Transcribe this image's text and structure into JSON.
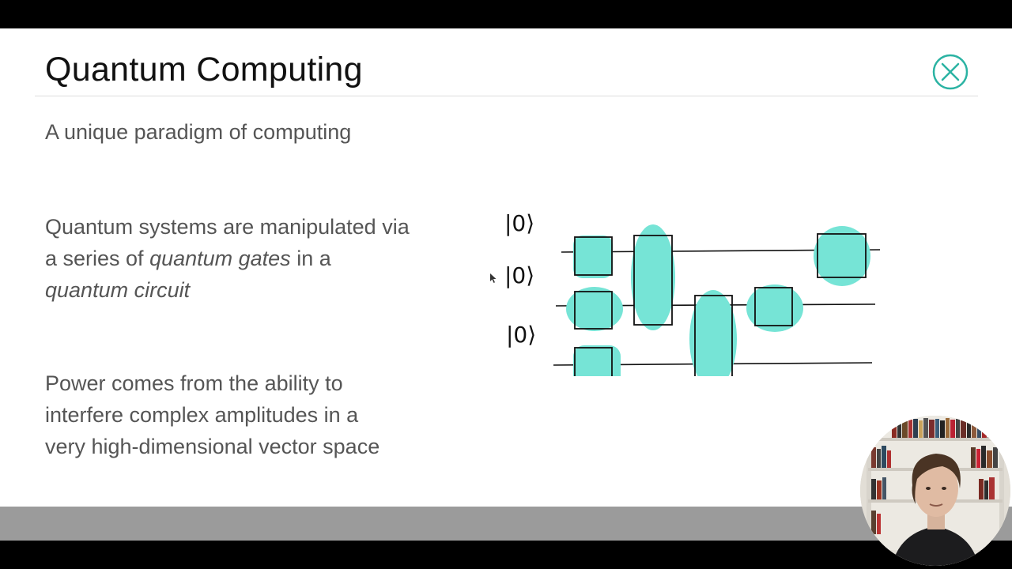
{
  "slide": {
    "title": "Quantum Computing",
    "subtitle": "A unique paradigm of computing",
    "para1": {
      "line1": "Quantum systems are manipulated via",
      "line2_prefix": "a series of ",
      "line2_em": "quantum gates",
      "line2_suffix": " in a",
      "line3_em": "quantum circuit"
    },
    "para2": {
      "line1": "Power comes from the ability to",
      "line2": "interfere complex amplitudes in a",
      "line3": "very high-dimensional vector space"
    }
  },
  "circuit": {
    "qubit_labels": [
      "|0⟩",
      "|0⟩",
      "|0⟩"
    ],
    "gate_color": "#76e4d6"
  },
  "icons": {
    "close": "close-icon",
    "cursor": "cursor-icon"
  },
  "colors": {
    "accent": "#2bb3a3",
    "gate_fill": "#76e4d6",
    "bottom_strip": "#9b9b9b"
  }
}
